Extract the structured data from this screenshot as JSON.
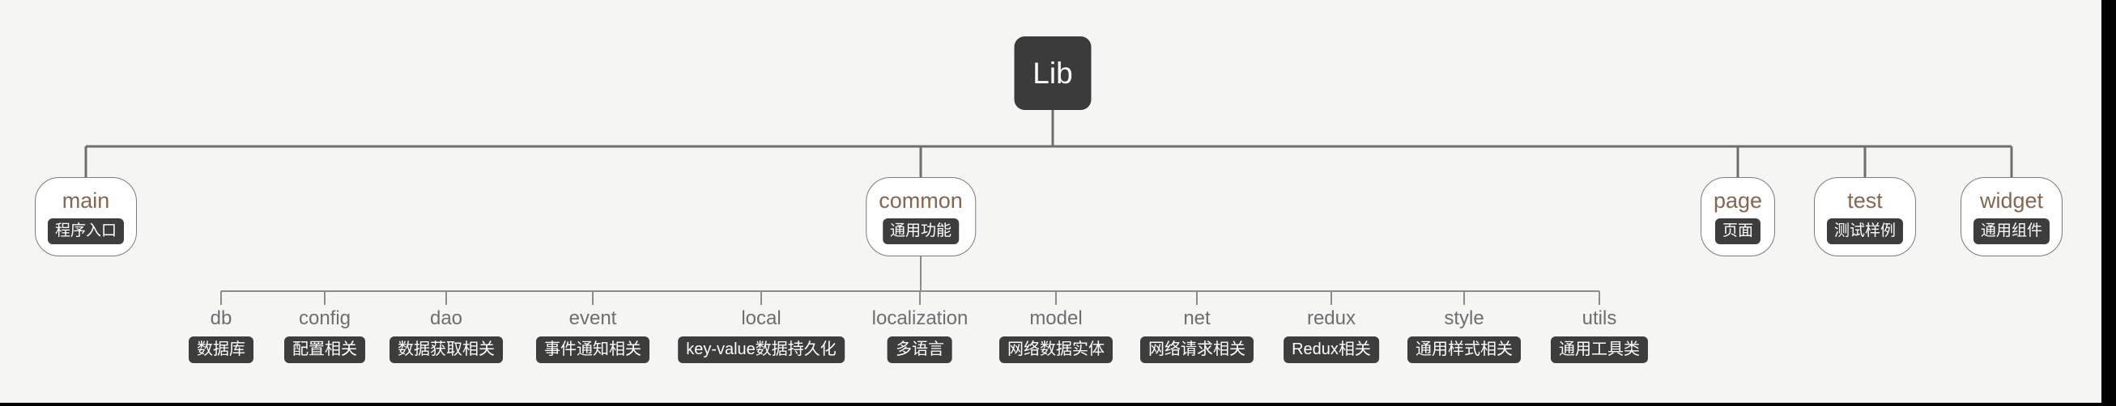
{
  "diagram": {
    "root": {
      "label": "Lib"
    },
    "children": [
      {
        "id": "main",
        "label": "main",
        "badge": "程序入口"
      },
      {
        "id": "common",
        "label": "common",
        "badge": "通用功能",
        "children": [
          {
            "id": "db",
            "label": "db",
            "badge": "数据库"
          },
          {
            "id": "config",
            "label": "config",
            "badge": "配置相关"
          },
          {
            "id": "dao",
            "label": "dao",
            "badge": "数据获取相关"
          },
          {
            "id": "event",
            "label": "event",
            "badge": "事件通知相关"
          },
          {
            "id": "local",
            "label": "local",
            "badge": "key-value数据持久化"
          },
          {
            "id": "localization",
            "label": "localization",
            "badge": "多语言"
          },
          {
            "id": "model",
            "label": "model",
            "badge": "网络数据实体"
          },
          {
            "id": "net",
            "label": "net",
            "badge": "网络请求相关"
          },
          {
            "id": "redux",
            "label": "redux",
            "badge": "Redux相关"
          },
          {
            "id": "style",
            "label": "style",
            "badge": "通用样式相关"
          },
          {
            "id": "utils",
            "label": "utils",
            "badge": "通用工具类"
          }
        ]
      },
      {
        "id": "page",
        "label": "page",
        "badge": "页面"
      },
      {
        "id": "test",
        "label": "test",
        "badge": "测试样例"
      },
      {
        "id": "widget",
        "label": "widget",
        "badge": "通用组件"
      }
    ]
  },
  "colors": {
    "background": "#f5f5f4",
    "root_fill": "#3b3b3b",
    "root_text": "#ffffff",
    "node_fill": "#fefefe",
    "node_border": "#7c7c7c",
    "node_title": "#826852",
    "badge_fill": "#3d3d3d",
    "badge_text": "#ffffff",
    "leaf_label": "#6e6e6e",
    "connector_l1": "#6e6e6e",
    "connector_l2": "#8c8c8c",
    "window_edge": "#000000"
  }
}
